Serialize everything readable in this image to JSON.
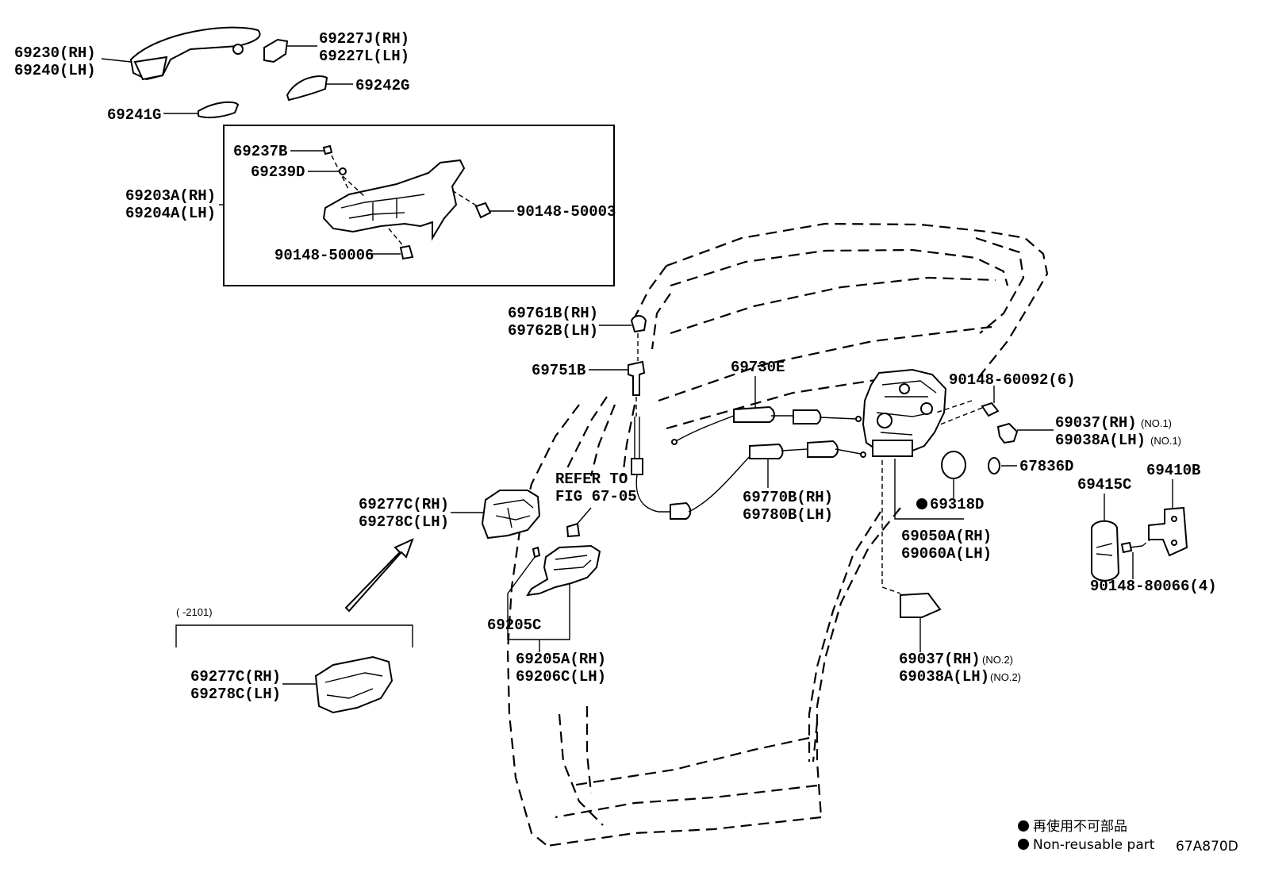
{
  "labels": {
    "l69230": "69230(RH)",
    "l69240": "69240(LH)",
    "l69227j": "69227J(RH)",
    "l69227l": "69227L(LH)",
    "l69242g": "69242G",
    "l69241g": "69241G",
    "l69237b": "69237B",
    "l69239d": "69239D",
    "l69203a": "69203A(RH)",
    "l69204a": "69204A(LH)",
    "l5003": "90148-50003",
    "l5006": "90148-50006",
    "l69761b": "69761B(RH)",
    "l69762b": "69762B(LH)",
    "l69751b": "69751B",
    "l69730e": "69730E",
    "l60092": "90148-60092(6)",
    "l69037_1": "69037(RH)",
    "l69037_1s": "(NO.1)",
    "l69038_1": "69038A(LH)",
    "l69038_1s": "(NO.1)",
    "l67836d": "67836D",
    "l69410b": "69410B",
    "l69415c": "69415C",
    "l69318d": "69318D",
    "l69050a": "69050A(RH)",
    "l69060a": "69060A(LH)",
    "l80066": "90148-80066(4)",
    "l69770b": "69770B(RH)",
    "l69780b": "69780B(LH)",
    "lrefer1": "REFER TO",
    "lrefer2": "FIG 67-05",
    "l69277c": "69277C(RH)",
    "l69278c": "69278C(LH)",
    "l69205c": "69205C",
    "l69205a": "69205A(RH)",
    "l69206c": "69206C(LH)",
    "l69037_2": "69037(RH)",
    "l69037_2s": "(NO.2)",
    "l69038_2": "69038A(LH)",
    "l69038_2s": "(NO.2)",
    "l2101": "(  -2101)",
    "l69277c_b": "69277C(RH)",
    "l69278c_b": "69278C(LH)"
  },
  "legend": {
    "line1": "再使用不可部品",
    "line2": "Non-reusable part"
  },
  "figure_id": "67A870D"
}
